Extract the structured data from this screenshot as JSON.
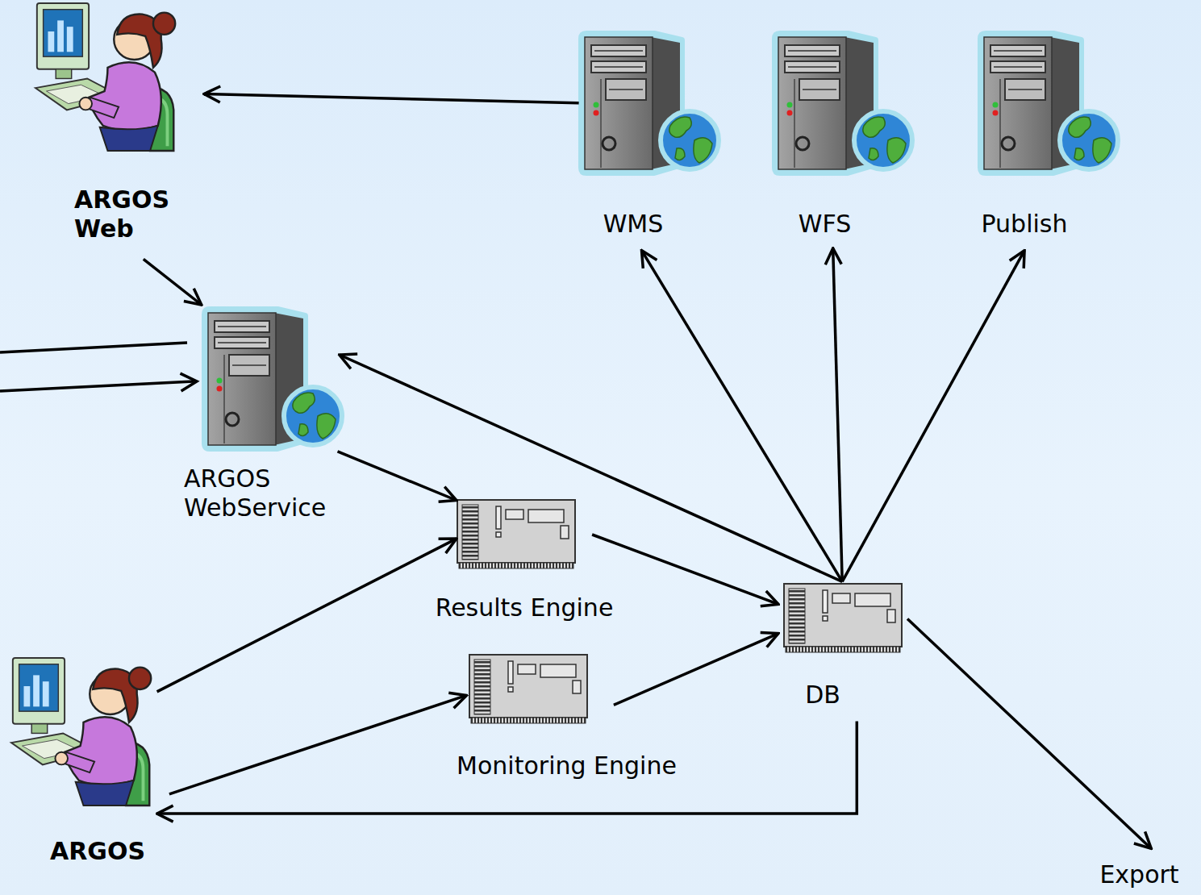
{
  "diagram": {
    "nodes": [
      {
        "text": [
          "ARGOS Web"
        ]
      },
      {
        "text": [
          "WMS"
        ]
      },
      {
        "text": [
          "WFS"
        ]
      },
      {
        "text": [
          "Publish"
        ]
      },
      {
        "text": [
          "ARGOS WebService"
        ]
      },
      {
        "text": [
          "Results Engine"
        ]
      },
      {
        "text": [
          "DB"
        ]
      },
      {
        "text": [
          "Monitoring Engine"
        ]
      },
      {
        "text": [
          "ARGOS"
        ]
      },
      {
        "text": [
          "Export"
        ]
      }
    ],
    "edges": [
      {
        "from": 1,
        "to": 0,
        "arrow": "to"
      },
      {
        "from": 0,
        "to": 4,
        "arrow": "to"
      },
      {
        "from": 6,
        "to": 4,
        "arrow": "to"
      },
      {
        "from": 6,
        "to": 1,
        "arrow": "to"
      },
      {
        "from": 6,
        "to": 2,
        "arrow": "to"
      },
      {
        "from": 6,
        "to": 3,
        "arrow": "to"
      },
      {
        "from": 4,
        "to": 5,
        "arrow": "to"
      },
      {
        "from": 8,
        "to": 5,
        "arrow": "to"
      },
      {
        "from": 5,
        "to": 6,
        "arrow": "to"
      },
      {
        "from": 8,
        "to": 7,
        "arrow": "to"
      },
      {
        "from": 7,
        "to": 6,
        "arrow": "to"
      },
      {
        "from": 6,
        "to": 8,
        "arrow": "to"
      },
      {
        "from": 6,
        "to": 9,
        "arrow": "to"
      }
    ]
  }
}
